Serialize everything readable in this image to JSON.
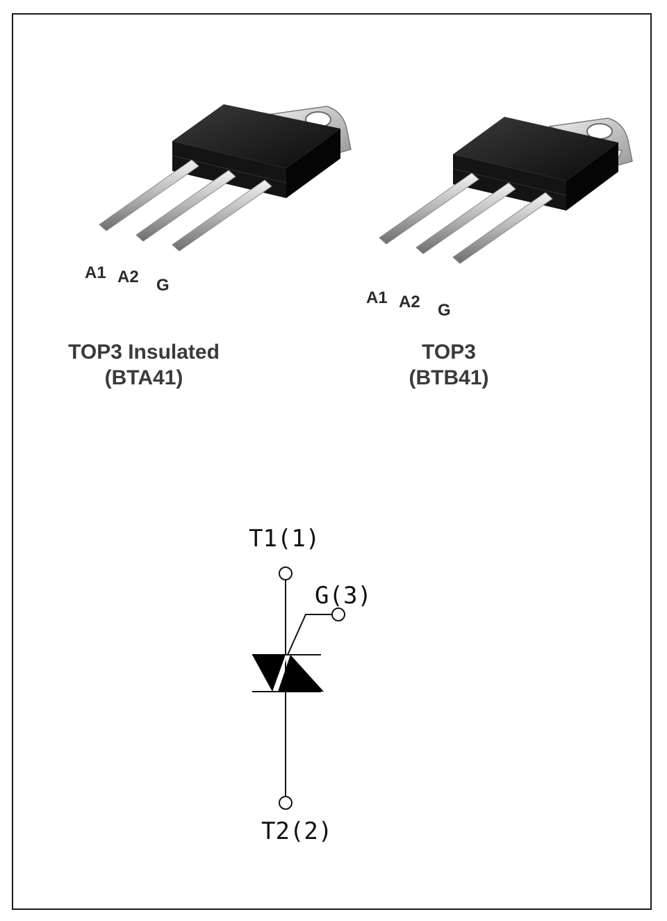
{
  "packages": [
    {
      "pins": [
        "A1",
        "A2",
        "G"
      ],
      "name_line1": "TOP3 Insulated",
      "name_line2": "(BTA41)"
    },
    {
      "pins": [
        "A1",
        "A2",
        "G"
      ],
      "name_line1": "TOP3",
      "name_line2": "(BTB41)"
    }
  ],
  "symbol": {
    "t1_label": "T1(1)",
    "gate_label": "G(3)",
    "t2_label": "T2(2)"
  },
  "colors": {
    "package_body": "#141414",
    "package_tab": "#d8d8d8",
    "lead": "#b8b8b8",
    "line": "#111111"
  }
}
